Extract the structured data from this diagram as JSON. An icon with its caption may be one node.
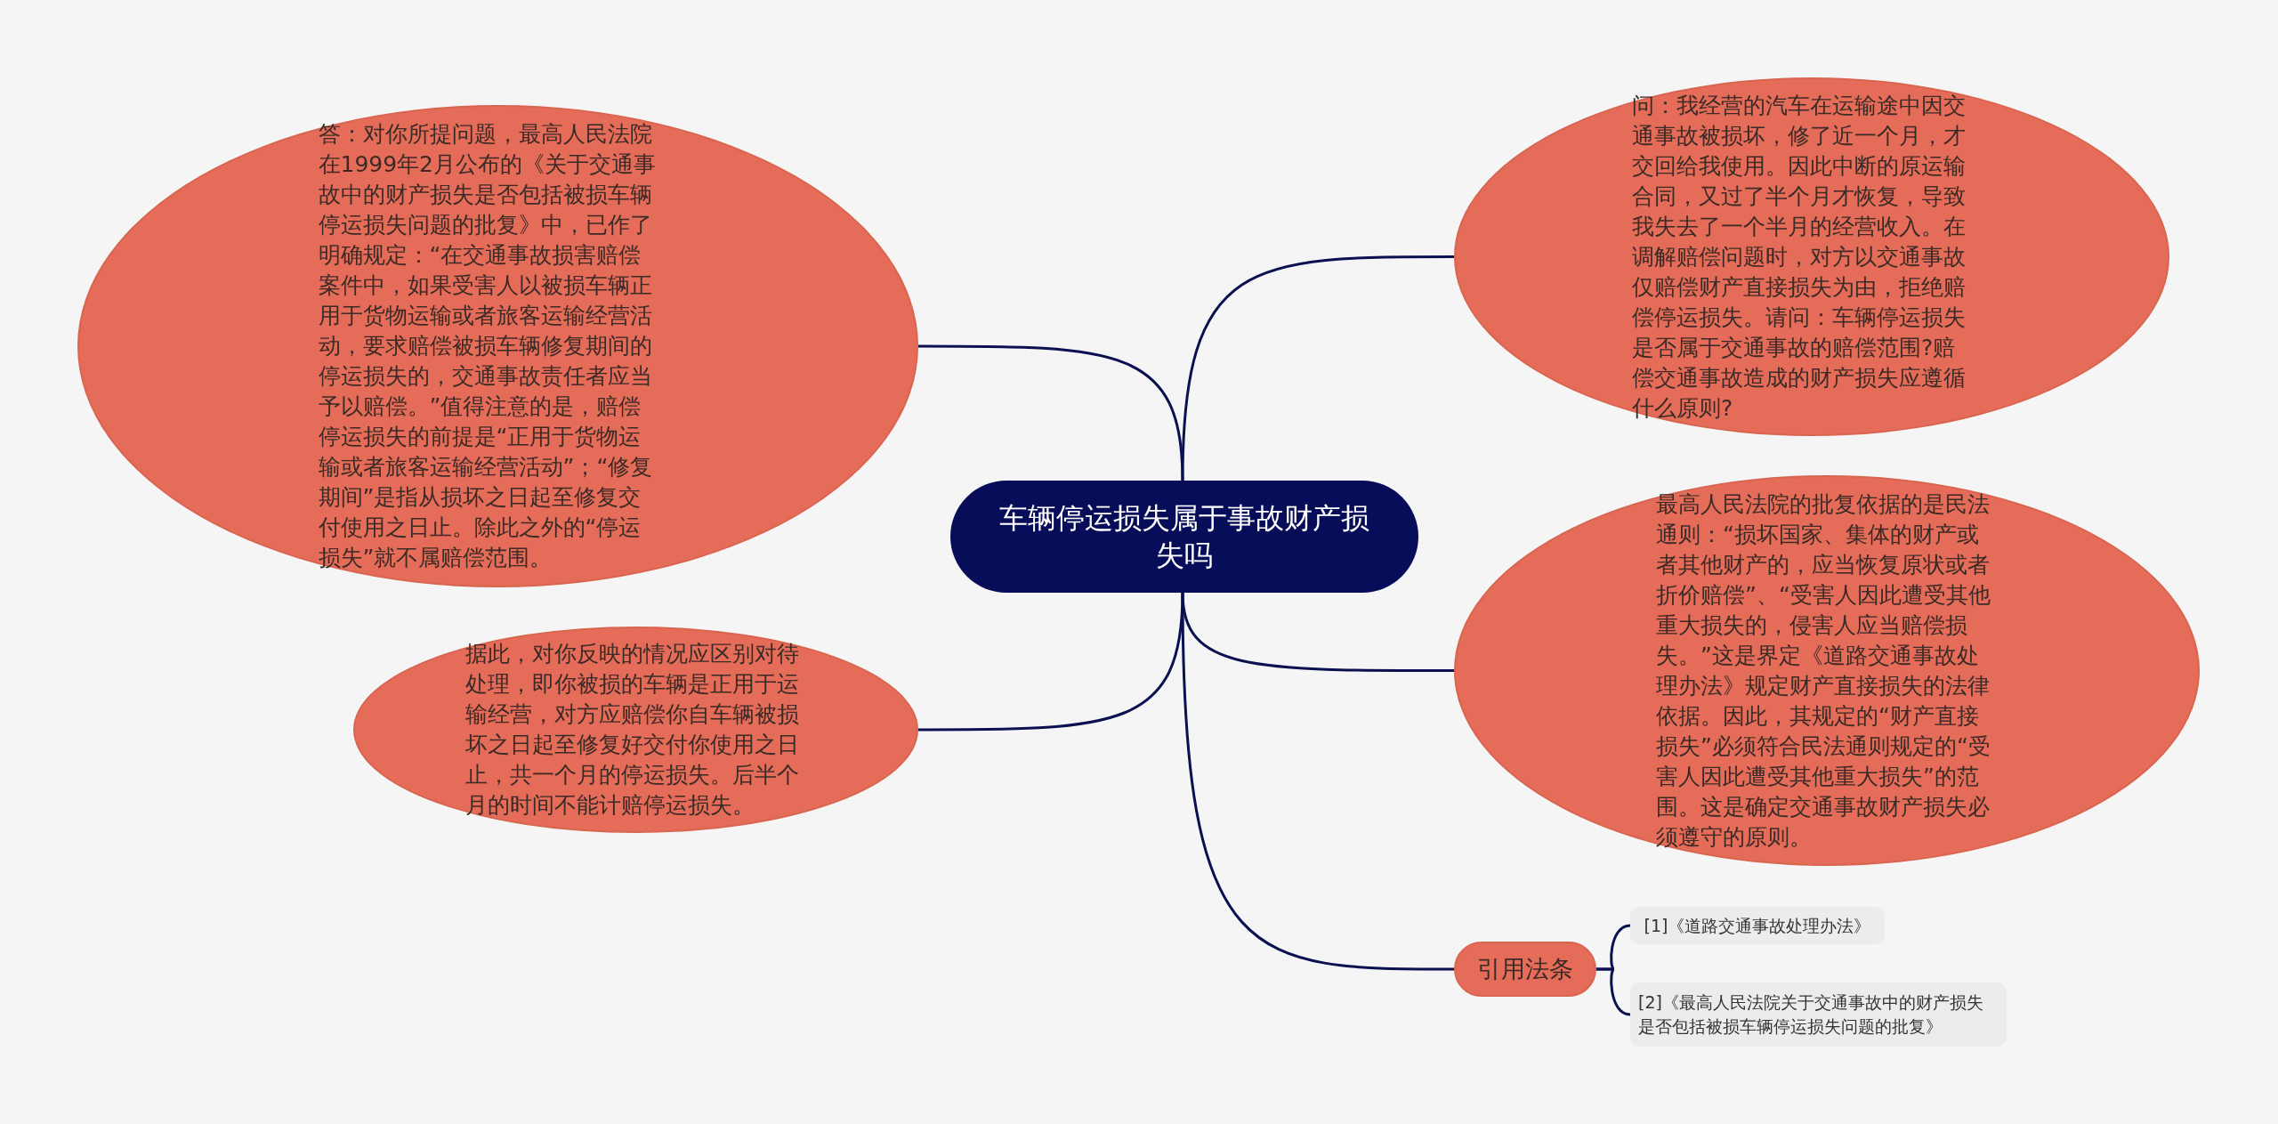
{
  "diagram": {
    "nodes": [
      {
        "text": [
          "车辆停运损失属于事故财产损失吗"
        ]
      },
      {
        "text": [
          "答：对你所提问题，最高人民法院在1999年2月公布的《关于交通事故中的财产损失是否包括被损车辆停运损失问题的批复》中，已作了明确规定：“在交通事故损害赔偿案件中，如果受害人以被损车辆正用于货物运输或者旅客运输经营活动，要求赔偿被损车辆修复期间的停运损失的，交通事故责任者应当予以赔偿。”值得注意的是，赔偿停运损失的前提是“正用于货物运输或者旅客运输经营活动”；“修复期间”是指从损坏之日起至修复交付使用之日止。除此之外的“停运损失”就不属赔偿范围。"
        ]
      },
      {
        "text": [
          "据此，对你反映的情况应区别对待处理，即你被损的车辆是正用于运输经营，对方应赔偿你自车辆被损坏之日起至修复好交付你使用之日止，共一个月的停运损失。后半个月的时间不能计赔停运损失。"
        ]
      },
      {
        "text": [
          "问：我经营的汽车在运输途中因交通事故被损坏，修了近一个月，才交回给我使用。因此中断的原运输合同，又过了半个月才恢复，导致我失去了一个半月的经营收入。在调解赔偿问题时，对方以交通事故仅赔偿财产直接损失为由，拒绝赔偿停运损失。请问：车辆停运损失是否属于交通事故的赔偿范围?赔偿交通事故造成的财产损失应遵循什么原则?"
        ]
      },
      {
        "text": [
          "最高人民法院的批复依据的是民法通则：“损坏国家、集体的财产或者其他财产的，应当恢复原状或者折价赔偿”、“受害人因此遭受其他重大损失的，侵害人应当赔偿损失。”这是界定《道路交通事故处理办法》规定财产直接损失的法律依据。因此，其规定的“财产直接损失”必须符合民法通则规定的“受害人因此遭受其他重大损失”的范围。这是确定交通事故财产损失必须遵守的原则。"
        ]
      },
      {
        "text": [
          "引用法条"
        ]
      },
      {
        "text": [
          "[1]《道路交通事故处理办法》"
        ]
      },
      {
        "text": [
          "[2]《最高人民法院关于交通事故中的财产损失是否包括被损车辆停运损失问题的批复》"
        ]
      }
    ],
    "edges": [
      {
        "from": 0,
        "to": 1,
        "arrow": "none"
      },
      {
        "from": 0,
        "to": 2,
        "arrow": "none"
      },
      {
        "from": 0,
        "to": 3,
        "arrow": "none"
      },
      {
        "from": 0,
        "to": 4,
        "arrow": "none"
      },
      {
        "from": 0,
        "to": 5,
        "arrow": "none"
      },
      {
        "from": 5,
        "to": 6,
        "arrow": "none"
      },
      {
        "from": 5,
        "to": 7,
        "arrow": "none"
      }
    ]
  }
}
